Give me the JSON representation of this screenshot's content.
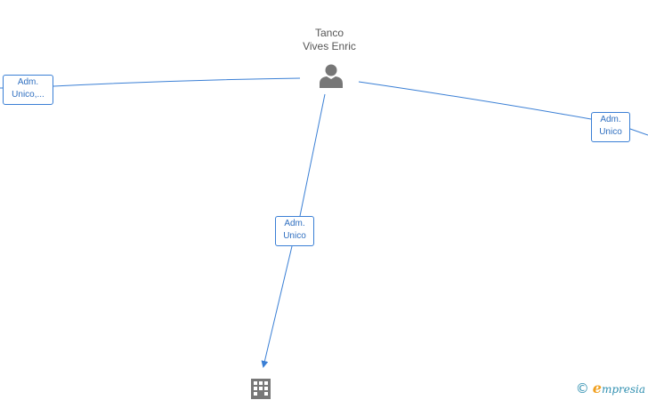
{
  "person": {
    "name_line1": "Tanco",
    "name_line2": "Vives Enric",
    "icon": "person-icon"
  },
  "edges": [
    {
      "id": "left",
      "label_line1": "Adm.",
      "label_line2": "Unico,..."
    },
    {
      "id": "right",
      "label_line1": "Adm.",
      "label_line2": "Unico"
    },
    {
      "id": "down",
      "label_line1": "Adm.",
      "label_line2": "Unico"
    }
  ],
  "company": {
    "icon": "building-icon"
  },
  "brand": {
    "copyright_symbol": "©",
    "name_initial": "e",
    "name_rest": "mpresia"
  },
  "colors": {
    "edge": "#3a7fd5",
    "node_icon": "#777777",
    "person_text": "#555555",
    "brand_primary": "#2f8fb0",
    "brand_accent": "#f0a020"
  }
}
